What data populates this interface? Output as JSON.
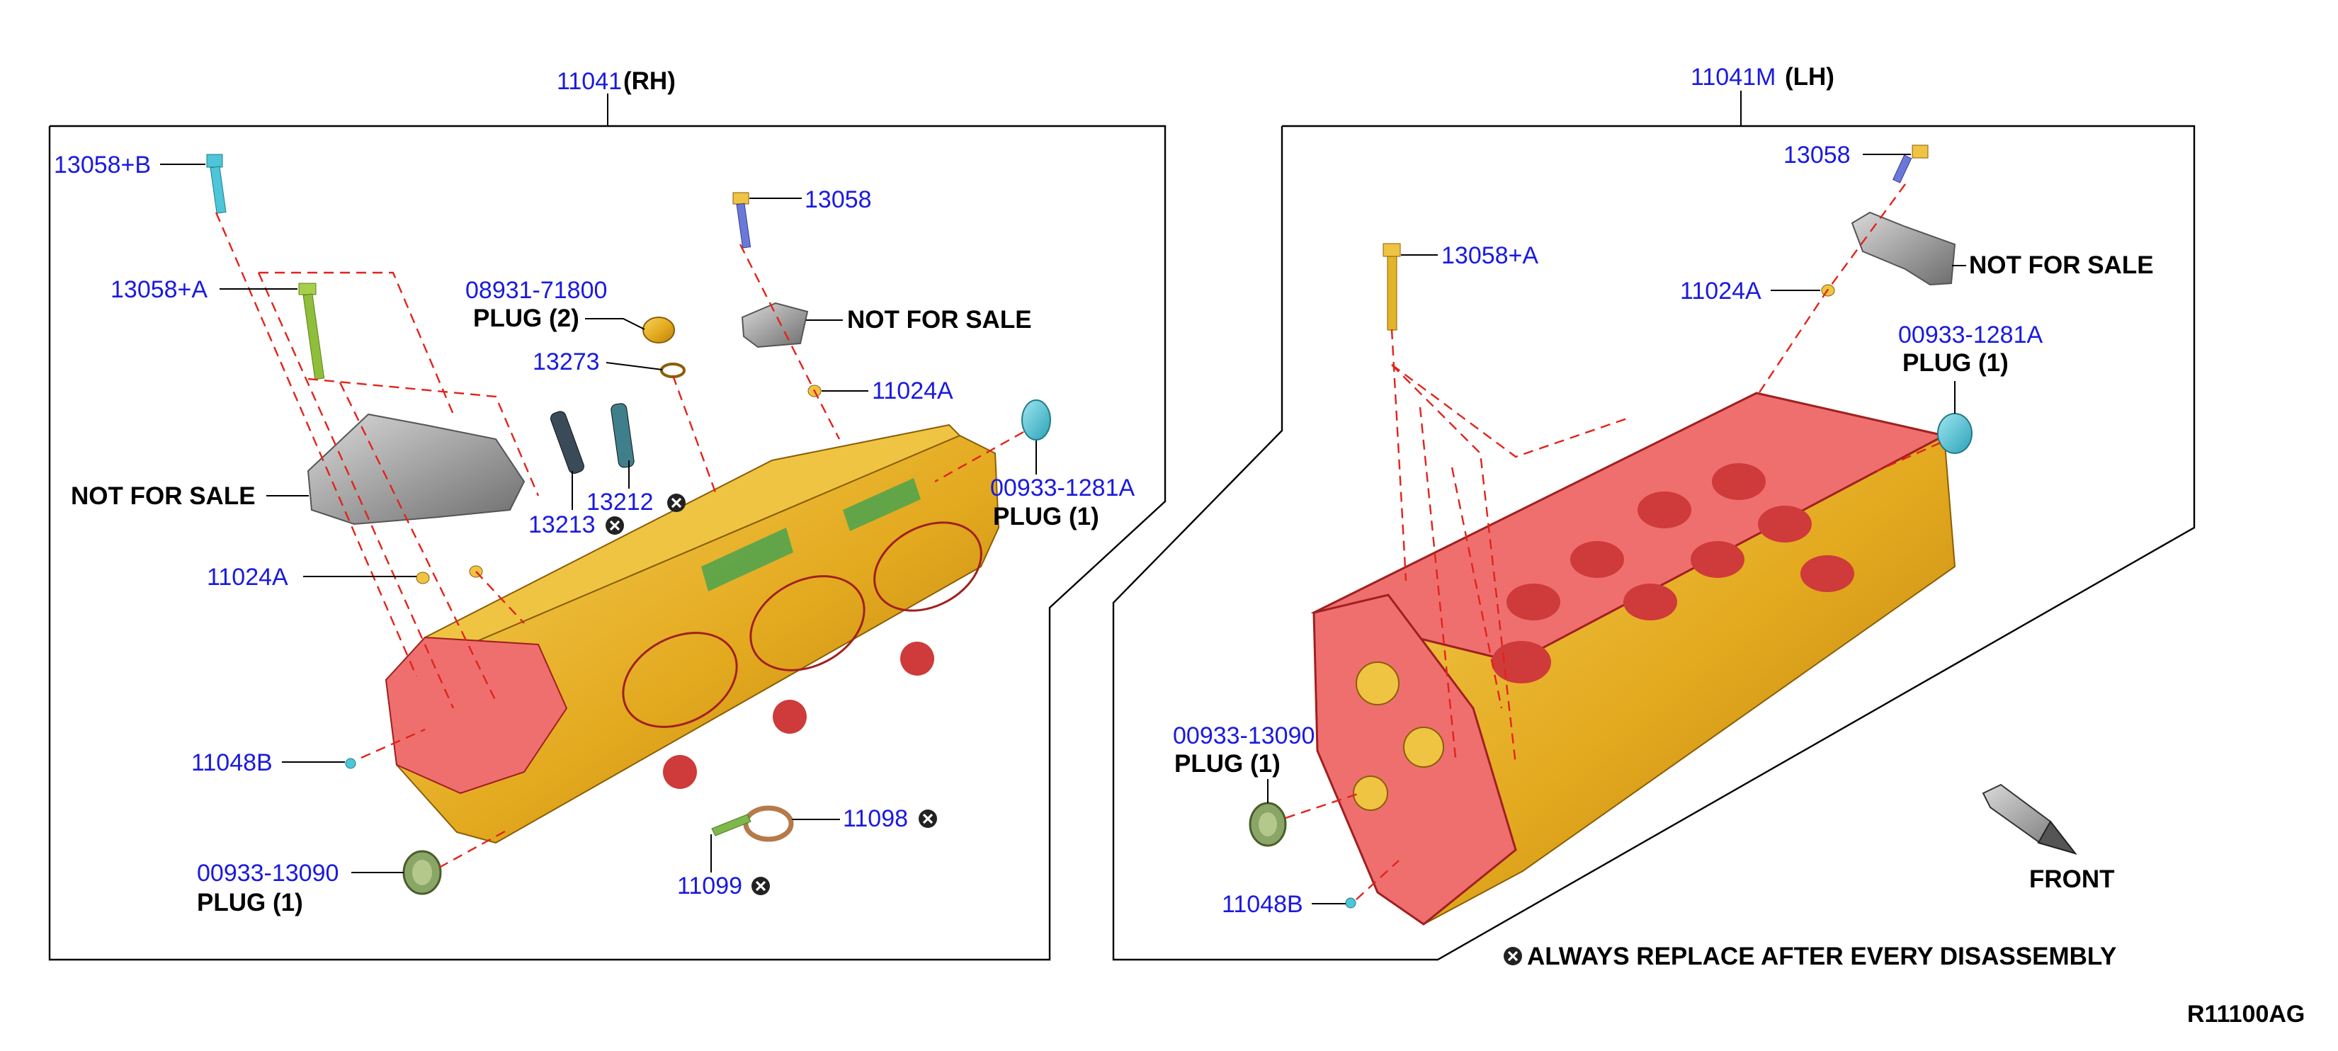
{
  "colors": {
    "part_number": "#1a1adf",
    "leader_dash": "#e2231a",
    "head_gold": "#e8b62a",
    "gasket_red": "#ee6a6a",
    "plug_cyan": "#4cc6d8"
  },
  "rh": {
    "head_pn": "11041",
    "head_side": "(RH)",
    "bolt_b_pn": "13058+B",
    "bolt_a_pn": "13058+A",
    "plug2_pn": "08931-71800",
    "plug2_label": "PLUG (2)",
    "washer_pn": "13273",
    "bolt_pn": "13058",
    "nfs_right_label": "NOT FOR SALE",
    "dowel_top_pn": "11024A",
    "nfs_left_label": "NOT FOR SALE",
    "guide_a_pn": "13212",
    "guide_b_pn": "13213",
    "plug_side_pn": "00933-1281A",
    "plug_side_label": "PLUG (1)",
    "dowel_left_pn": "11024A",
    "stud_pn": "11048B",
    "plug_bottom_pn": "00933-13090",
    "plug_bottom_label": "PLUG (1)",
    "gasket_pn": "11098",
    "bracket_pn": "11099"
  },
  "lh": {
    "head_pn": "11041M",
    "head_side": "(LH)",
    "bolt_pn": "13058",
    "bolt_a_pn": "13058+A",
    "nfs_label": "NOT FOR SALE",
    "dowel_pn": "11024A",
    "plug_side_pn": "00933-1281A",
    "plug_side_label": "PLUG (1)",
    "plug_bottom_pn": "00933-13090",
    "plug_bottom_label": "PLUG (1)",
    "stud_pn": "11048B"
  },
  "front_label": "FRONT",
  "note": "ALWAYS REPLACE AFTER EVERY DISASSEMBLY",
  "figure_ref": "R11100AG",
  "icons": {
    "replace_mark": "circled-x-icon",
    "front_arrow": "front-arrow-icon"
  }
}
